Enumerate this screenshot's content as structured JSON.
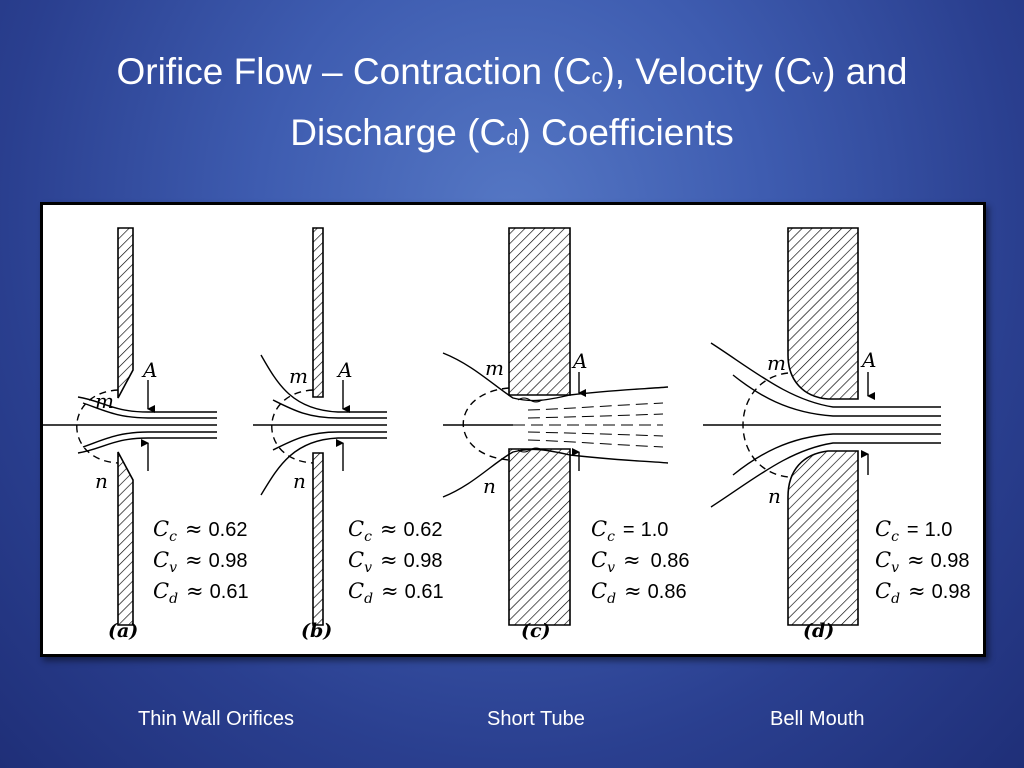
{
  "title": {
    "line1_a": "Orifice Flow – Contraction (C",
    "line1_sub1": "c",
    "line1_b": "), Velocity (C",
    "line1_sub2": "v",
    "line1_c": ") and",
    "line2_a": "Discharge (C",
    "line2_sub": "d",
    "line2_b": ") Coefficients"
  },
  "diagram": {
    "label_m": "m",
    "label_n": "n",
    "label_A": "A",
    "coef_letter": "C",
    "approx": "≈",
    "equals": "=",
    "panels": [
      {
        "tag": "(a)",
        "cc": "0.62",
        "cv": "0.98",
        "cd": "0.61"
      },
      {
        "tag": "(b)",
        "cc": "0.62",
        "cv": "0.98",
        "cd": "0.61"
      },
      {
        "tag": "(c)",
        "cc": "1.0",
        "cv": "0.86",
        "cd": "0.86"
      },
      {
        "tag": "(d)",
        "cc": "1.0",
        "cv": "0.98",
        "cd": "0.98"
      }
    ],
    "subs": {
      "c": "c",
      "v": "v",
      "d": "d"
    }
  },
  "captions": {
    "thin_wall": "Thin Wall Orifices",
    "short_tube": "Short Tube",
    "bell_mouth": "Bell Mouth"
  },
  "colors": {
    "background": "#3e5cb0",
    "text": "#ffffff",
    "panel": "#ffffff"
  }
}
